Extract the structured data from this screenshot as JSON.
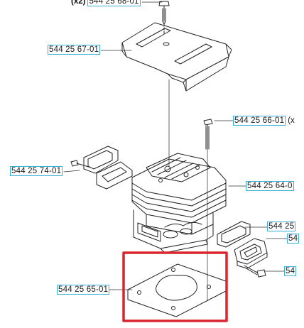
{
  "parts": [
    {
      "id": "bolt-top",
      "qty": "(x2)",
      "number": "544 25 68-01",
      "suffix": ""
    },
    {
      "id": "cover-plate",
      "qty": "",
      "number": "544 25 67-01",
      "suffix": ""
    },
    {
      "id": "bolt-right",
      "qty": "",
      "number": "544 25 66-01",
      "suffix": "(x"
    },
    {
      "id": "intake-left",
      "qty": "",
      "number": "544 25 74-01",
      "suffix": ""
    },
    {
      "id": "cylinder",
      "qty": "",
      "number": "544 25 64-0",
      "suffix": ""
    },
    {
      "id": "gasket-right",
      "qty": "",
      "number": "544 25",
      "suffix": ""
    },
    {
      "id": "flange-right",
      "qty": "",
      "number": "54",
      "suffix": ""
    },
    {
      "id": "screw-right",
      "qty": "",
      "number": "54",
      "suffix": ""
    },
    {
      "id": "base-gasket",
      "qty": "",
      "number": "544 25 65-01",
      "suffix": ""
    }
  ],
  "highlight_color": "#d9262e",
  "label_border_color": "#39b0d8"
}
